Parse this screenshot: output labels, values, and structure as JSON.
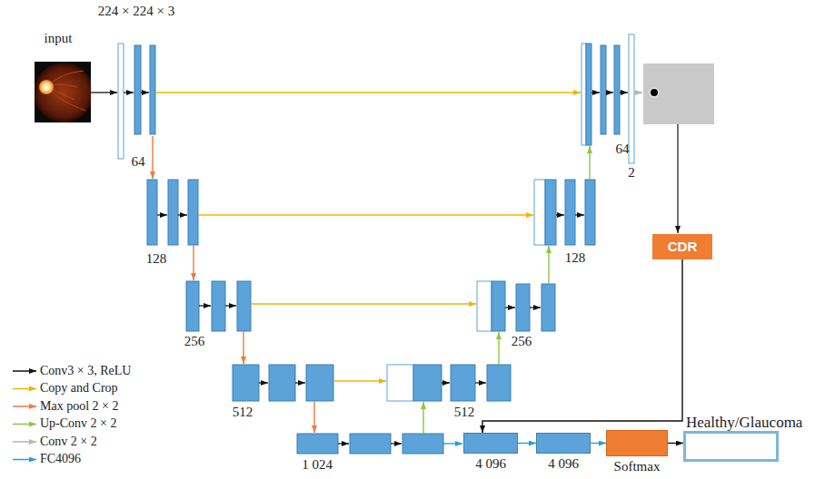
{
  "diagram": {
    "nodes": [
      {
        "text": [
          "CDR"
        ]
      },
      {
        "text": [
          "4 096"
        ]
      },
      {
        "text": [
          "4 096"
        ]
      },
      {
        "text": [
          "Softmax"
        ]
      },
      {
        "text": [
          "Healthy/Glaucoma"
        ]
      }
    ],
    "edges": [
      {
        "from": 0,
        "to": 1,
        "arrow": "to"
      },
      {
        "from": 1,
        "to": 2,
        "arrow": "to"
      },
      {
        "from": 2,
        "to": 3,
        "arrow": "to"
      },
      {
        "from": 3,
        "to": 4,
        "arrow": "to"
      }
    ],
    "labels": [
      "224 × 224 × 3",
      "input",
      "64",
      "128",
      "256",
      "512",
      "1 024",
      "512",
      "256",
      "128",
      "64",
      "2"
    ],
    "legend": [
      {
        "text": "Conv3 × 3, ReLU"
      },
      {
        "text": "Copy and Crop"
      },
      {
        "text": "Max pool 2 × 2"
      },
      {
        "text": "Up-Conv 2 × 2"
      },
      {
        "text": "Conv 2 × 2"
      },
      {
        "text": "FC4096"
      }
    ]
  }
}
